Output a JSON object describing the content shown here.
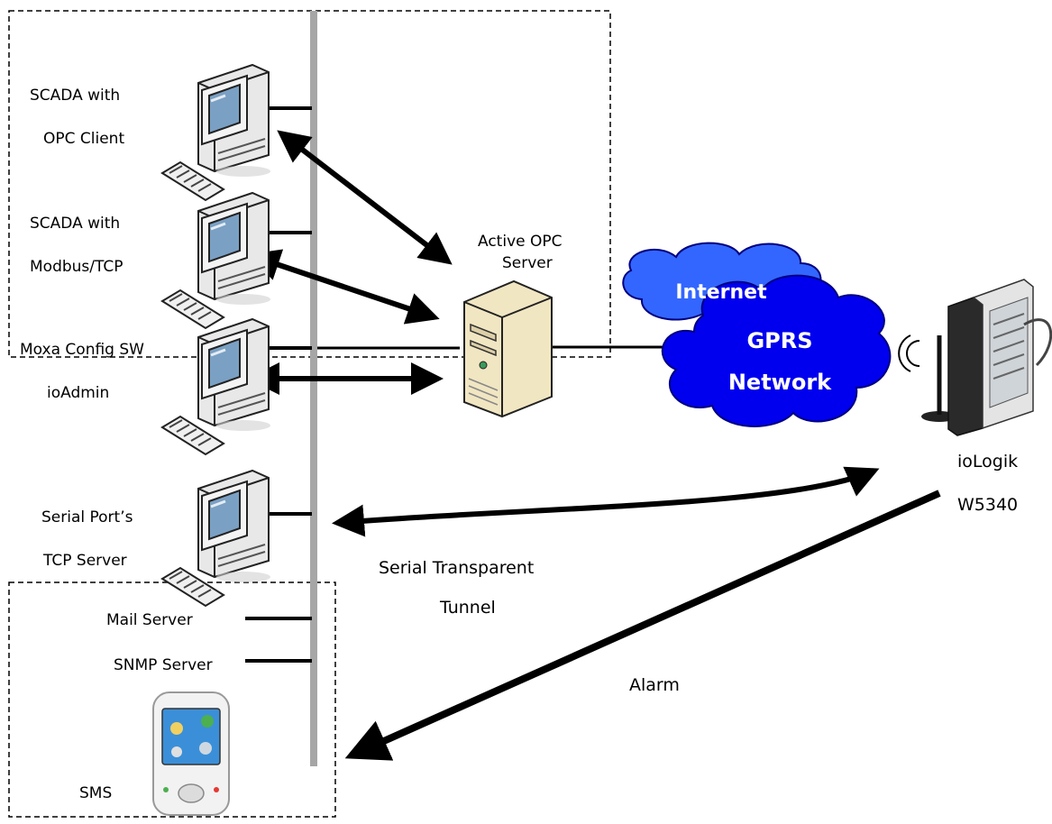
{
  "nodes": {
    "scada_opc": {
      "line1": "SCADA with",
      "line2": "OPC Client"
    },
    "scada_modbus": {
      "line1": "SCADA with",
      "line2": "Modbus/TCP"
    },
    "moxa_config": {
      "line1": "Moxa Config SW",
      "line2": "ioAdmin"
    },
    "opc_server": {
      "line1": "Active OPC",
      "line2": "Server"
    },
    "serial_server": {
      "line1": "Serial Port’s",
      "line2": "TCP Server"
    },
    "mail_server": {
      "label": "Mail Server"
    },
    "snmp_server": {
      "label": "SNMP Server"
    },
    "sms": {
      "label": "SMS"
    },
    "iologik": {
      "line1": "ioLogik",
      "line2": "W5340"
    }
  },
  "clouds": {
    "internet": {
      "label": "Internet",
      "color": "#3366ff"
    },
    "gprs": {
      "line1": "GPRS",
      "line2": "Network",
      "color": "#0000ee"
    }
  },
  "links": {
    "tunnel": {
      "line1": "Serial Transparent",
      "line2": "Tunnel"
    },
    "alarm": {
      "label": "Alarm"
    }
  },
  "colors": {
    "backbone": "#a6a6a6",
    "link": "#000000",
    "cloud_outline": "#000080"
  }
}
